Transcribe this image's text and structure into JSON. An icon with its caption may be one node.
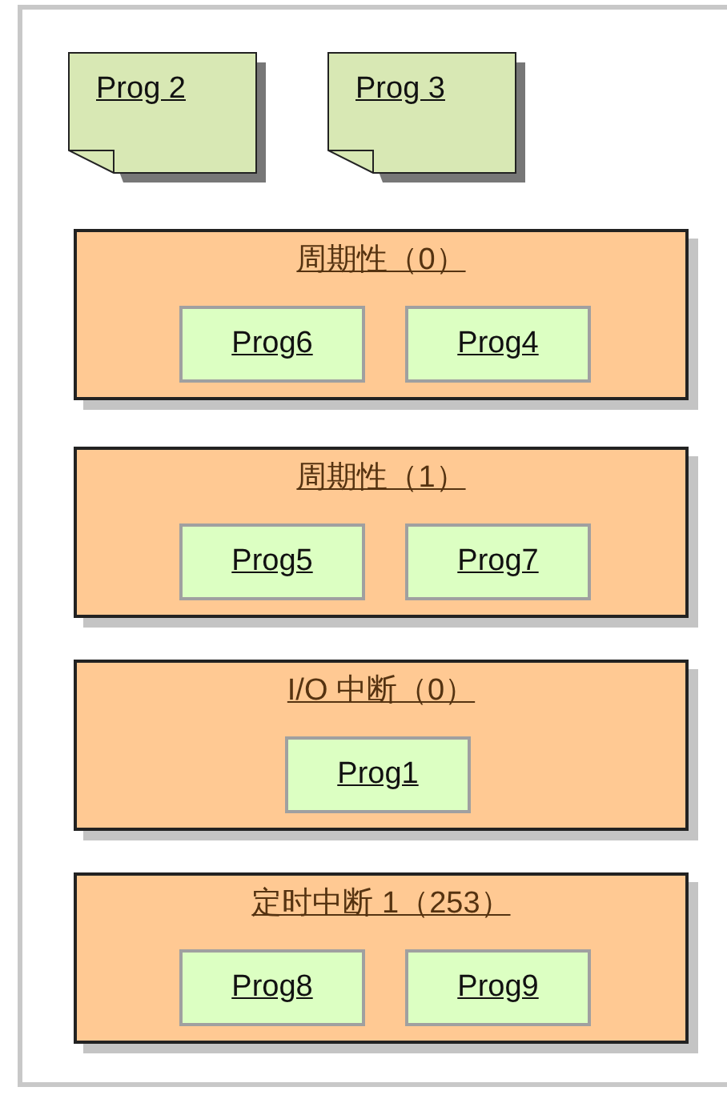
{
  "diagram": {
    "nodes": [
      {
        "text": [
          "Prog 2"
        ]
      },
      {
        "text": [
          "Prog 3"
        ]
      },
      {
        "text": [
          "周期性（0）"
        ]
      },
      {
        "text": [
          "Prog6"
        ],
        "in": 2
      },
      {
        "text": [
          "Prog4"
        ],
        "in": 2
      },
      {
        "text": [
          "周期性（1）"
        ]
      },
      {
        "text": [
          "Prog5"
        ],
        "in": 5
      },
      {
        "text": [
          "Prog7"
        ],
        "in": 5
      },
      {
        "text": [
          "I/O 中断（0）"
        ]
      },
      {
        "text": [
          "Prog1"
        ],
        "in": 8
      },
      {
        "text": [
          "定时中断 1（253）"
        ]
      },
      {
        "text": [
          "Prog8"
        ],
        "in": 10
      },
      {
        "text": [
          "Prog9"
        ],
        "in": 10
      }
    ]
  }
}
